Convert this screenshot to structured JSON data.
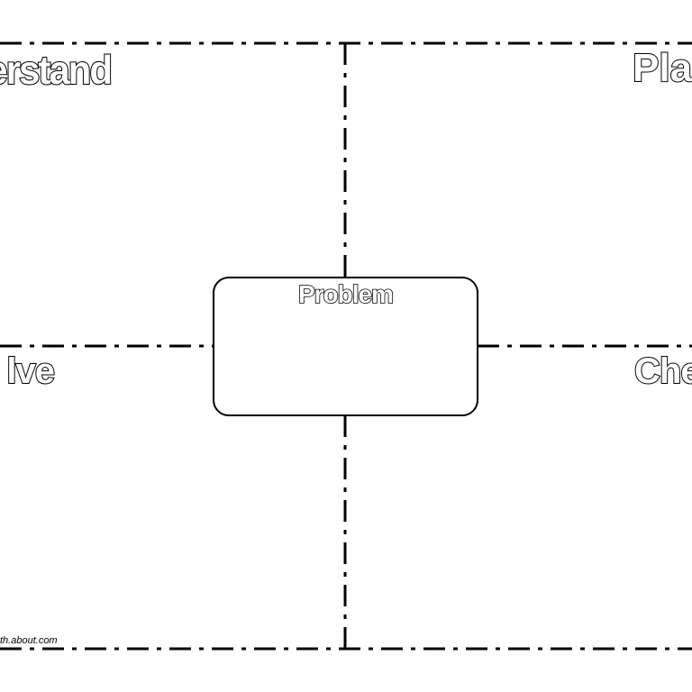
{
  "labels": {
    "understand": "lerstand",
    "plan": "Pla",
    "solve": "lve",
    "check": "Che",
    "problem": "Problem"
  },
  "footer": {
    "source": "th.about.com"
  },
  "colors": {
    "ink": "#000000",
    "paper": "#ffffff"
  }
}
